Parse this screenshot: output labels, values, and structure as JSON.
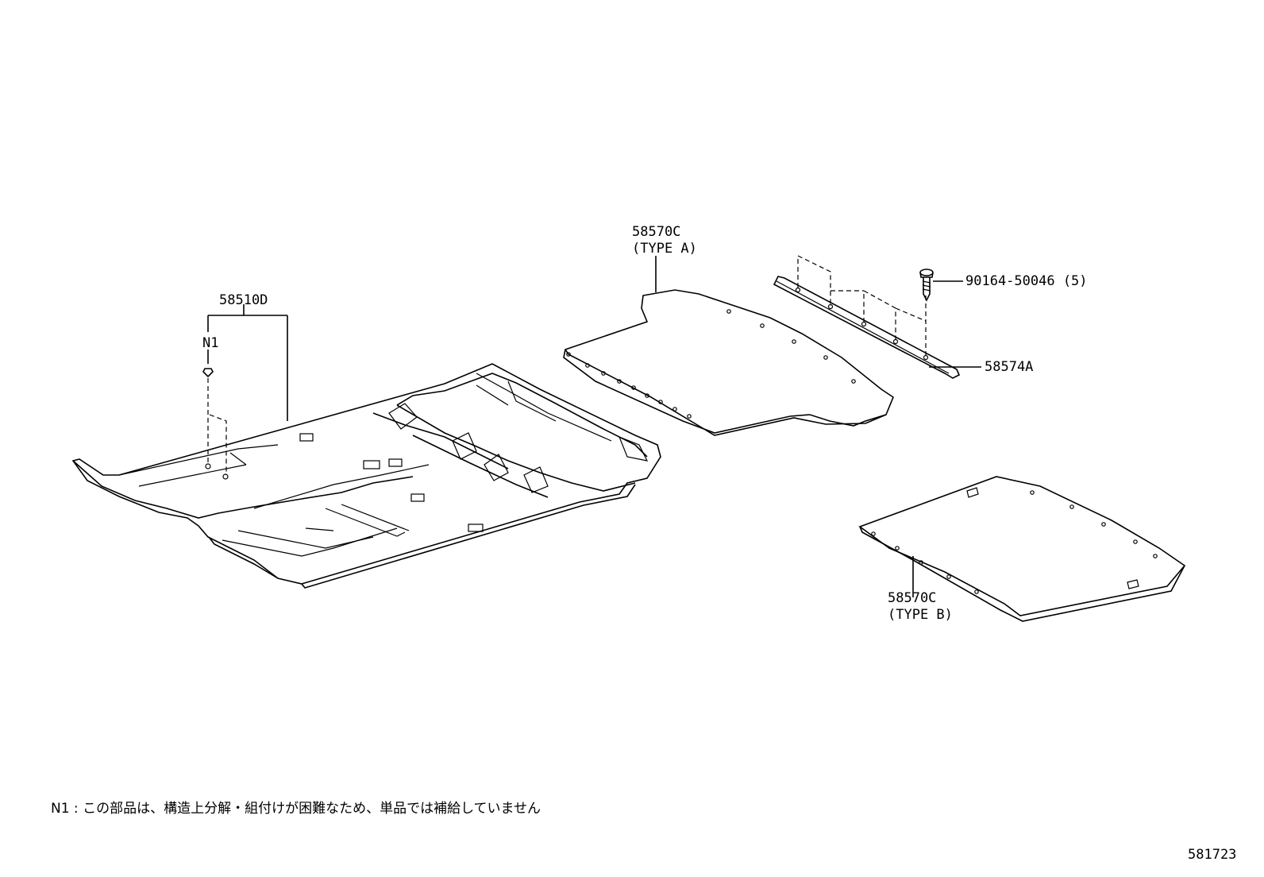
{
  "diagram": {
    "labels": {
      "carpet_front": "58510D",
      "clip": "N1",
      "mat_type_a_part": "58570C",
      "mat_type_a_type": "(TYPE  A)",
      "screw": "90164-50046 (5)",
      "retainer": "58574A",
      "mat_type_b_part": "58570C",
      "mat_type_b_type": "(TYPE  B)"
    },
    "footnote": "N1 : この部品は、構造上分解・組付けが困難なため、単品では補給していません",
    "figure_number": "581723"
  }
}
